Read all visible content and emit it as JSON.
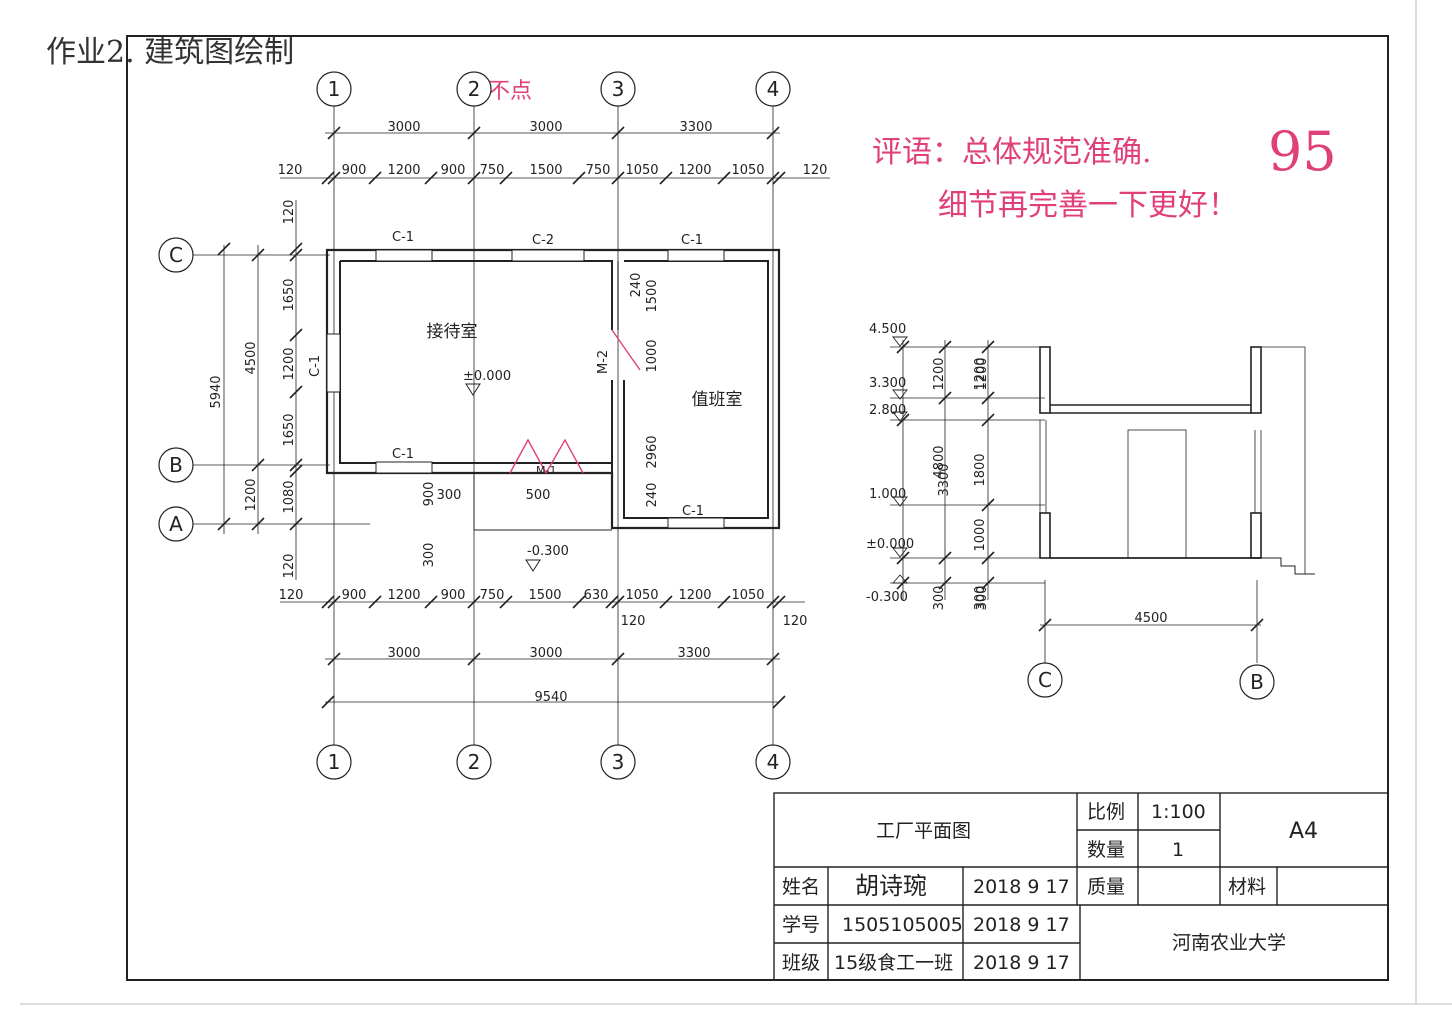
{
  "header_note": "作业2. 建筑图绘制",
  "top_mark": "不点",
  "comment_line1": "评语：总体规范准确.",
  "comment_line2": "细节再完善一下更好！",
  "score": "95",
  "plan": {
    "axes_x": [
      "1",
      "2",
      "3",
      "4"
    ],
    "axes_y": [
      "C",
      "B",
      "A"
    ],
    "top_main": [
      "3000",
      "3000",
      "3300"
    ],
    "top_detail": [
      "120",
      "900",
      "1200",
      "900",
      "750",
      "1500",
      "750",
      "1050",
      "1200",
      "1050",
      "120"
    ],
    "bottom_detail": [
      "120",
      "900",
      "1200",
      "900",
      "750",
      "1500",
      "630",
      "1050",
      "1200",
      "1050",
      "120",
      "120"
    ],
    "bottom_main": [
      "3000",
      "3000",
      "3300"
    ],
    "total_width": "9540",
    "left_total": "5940",
    "left_4500": "4500",
    "left_1200": "1200",
    "left_detail": [
      "120",
      "1650",
      "1200",
      "1650",
      "1080",
      "120"
    ],
    "room1": "接待室",
    "room2": "值班室",
    "level_room": "±0.000",
    "level_out": "-0.300",
    "windows": [
      "C-1",
      "C-2",
      "C-1",
      "C-1",
      "C-1",
      "C-1"
    ],
    "doors": [
      "M-1",
      "M-2"
    ],
    "inner_dims": [
      "240",
      "1500",
      "1000",
      "2960",
      "240"
    ],
    "step_dims": [
      "900",
      "300",
      "500",
      "300"
    ]
  },
  "section": {
    "levels": [
      "4.500",
      "3.300",
      "2.800",
      "1.000",
      "±0.000",
      "-0.300"
    ],
    "col1": [
      "1200",
      "4800",
      "300"
    ],
    "col2": [
      "1200",
      "3300",
      "300"
    ],
    "col3": [
      "1200",
      "1800",
      "1000",
      "300"
    ],
    "width": "4500",
    "axes": [
      "C",
      "B"
    ]
  },
  "title_block": {
    "drawing_name": "工厂平面图",
    "scale_label": "比例",
    "scale": "1:100",
    "qty_label": "数量",
    "qty": "1",
    "size": "A4",
    "name_label": "姓名",
    "name": "胡诗琬",
    "id_label": "学号",
    "id": "1505105005",
    "class_label": "班级",
    "class": "15级食工一班",
    "date": "2018 9 17",
    "date2": "2018 9 17",
    "date3": "2018 9 17",
    "quality_label": "质量",
    "material_label": "材料",
    "school": "河南农业大学"
  }
}
